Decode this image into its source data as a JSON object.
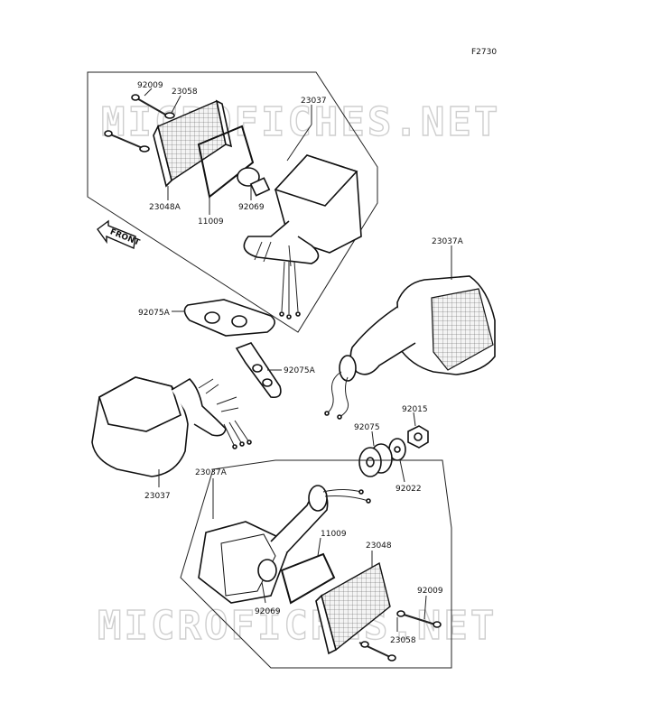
{
  "figure_code": "F2730",
  "watermark": "MICROFICHES.NET",
  "front_label": "FRONT",
  "parts": {
    "p92009_top": "92009",
    "p23058_top": "23058",
    "p23037_top": "23037",
    "p23048A": "23048A",
    "p11009_top": "11009",
    "p92069_top": "92069",
    "p23037A_right": "23037A",
    "p92075A_a": "92075A",
    "p92075A_b": "92075A",
    "p92015": "92015",
    "p92075": "92075",
    "p92022": "92022",
    "p23037_left": "23037",
    "p23037A_bottom": "23037A",
    "p11009_bottom": "11009",
    "p23048": "23048",
    "p92009_bottom": "92009",
    "p92069_bottom": "92069",
    "p23058_bottom": "23058"
  }
}
